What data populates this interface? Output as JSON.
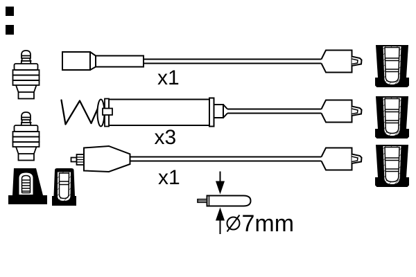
{
  "canvas": {
    "background_color": "#ffffff",
    "line_color": "#000000"
  },
  "diagram": {
    "cables": [
      {
        "position": "top",
        "quantity": "x1"
      },
      {
        "position": "middle",
        "quantity": "x3"
      },
      {
        "position": "bottom",
        "quantity": "x1"
      }
    ],
    "dimension": {
      "label": "⌀7mm",
      "value": "7mm",
      "symbol": "diameter"
    }
  }
}
